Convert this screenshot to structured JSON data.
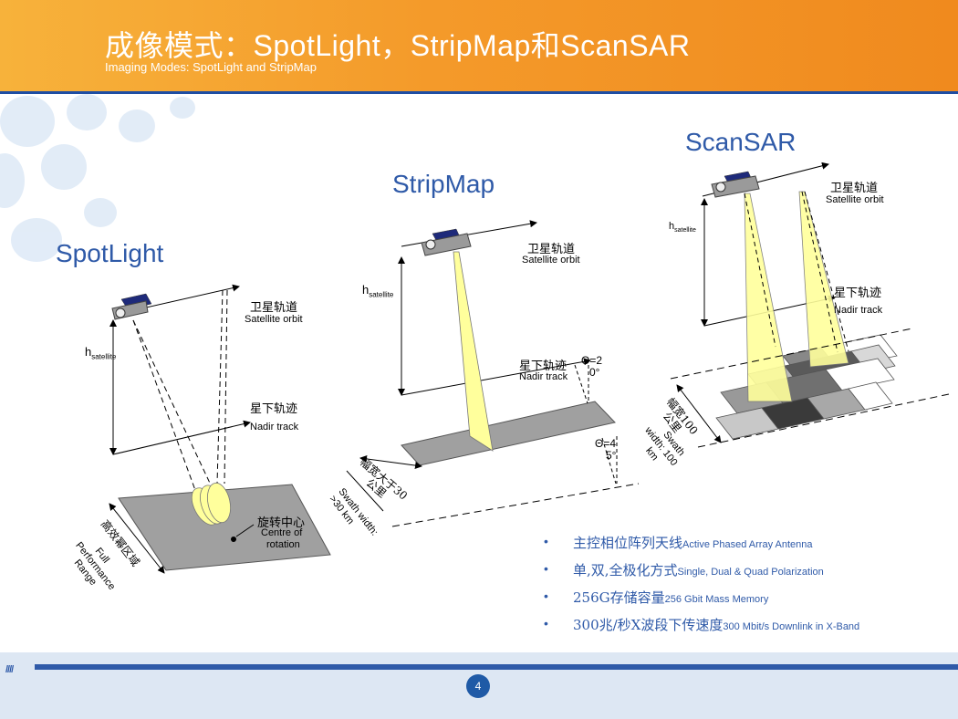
{
  "header": {
    "title": "成像模式：SpotLight，StripMap和ScanSAR",
    "subtitle": "Imaging Modes: SpotLight and StripMap"
  },
  "modes": {
    "spotlight": "SpotLight",
    "stripmap": "StripMap",
    "scansar": "ScanSAR"
  },
  "spotlight_diagram": {
    "orbit_cn": "卫星轨道",
    "orbit_en": "Satellite orbit",
    "h_main": "h",
    "h_sub": "satellite",
    "nadir_cn": "星下轨迹",
    "nadir_en": "Nadir track",
    "rotation_cn": "旋转中心",
    "rotation_en_1": "Centre of",
    "rotation_en_2": "rotation",
    "range_cn": "高效幂区域",
    "range_en_1": "Full",
    "range_en_2": "Performance",
    "range_en_3": "Range"
  },
  "stripmap_diagram": {
    "orbit_cn": "卫星轨道",
    "orbit_en": "Satellite orbit",
    "h_main": "h",
    "h_sub": "satellite",
    "nadir_cn": "星下轨迹",
    "nadir_en": "Nadir track",
    "theta1_a": "Θ",
    "theta1_b": "=2",
    "theta1_c": "0°",
    "theta2_a": "Θ",
    "theta2_b": "=4",
    "theta2_c": "5°",
    "swath_cn_1": "幅宽大于30",
    "swath_cn_2": "公里",
    "swath_en_1": "Swath width:",
    "swath_en_2": ">30 km"
  },
  "scansar_diagram": {
    "orbit_cn": "卫星轨道",
    "orbit_en": "Satellite orbit",
    "h_main": "h",
    "h_sub": "satellite",
    "nadir_cn": "星下轨迹",
    "nadir_en": "Nadir track",
    "swath_cn_1": "幅宽100",
    "swath_cn_2": "公里",
    "swath_en_1": "Swath",
    "swath_en_2": "width: 100",
    "swath_en_3": "km"
  },
  "bullets": [
    {
      "cn": "主控相位阵列天线",
      "en": "Active Phased Array Antenna"
    },
    {
      "cn": "单,双,全极化方式",
      "en": "Single, Dual & Quad Polarization"
    },
    {
      "cn": "256G存储容量",
      "en": "256 Gbit Mass Memory"
    },
    {
      "cn": "300兆/秒X波段下传速度",
      "en": "300 Mbit/s Downlink in X-Band"
    }
  ],
  "footer": {
    "page_number": "4",
    "stripes": "////"
  },
  "colors": {
    "header_orange": "#f49a2a",
    "accent_blue": "#2f5aa8",
    "beam_yellow": "#ffff9c",
    "ground_gray": "#a0a0a0"
  }
}
